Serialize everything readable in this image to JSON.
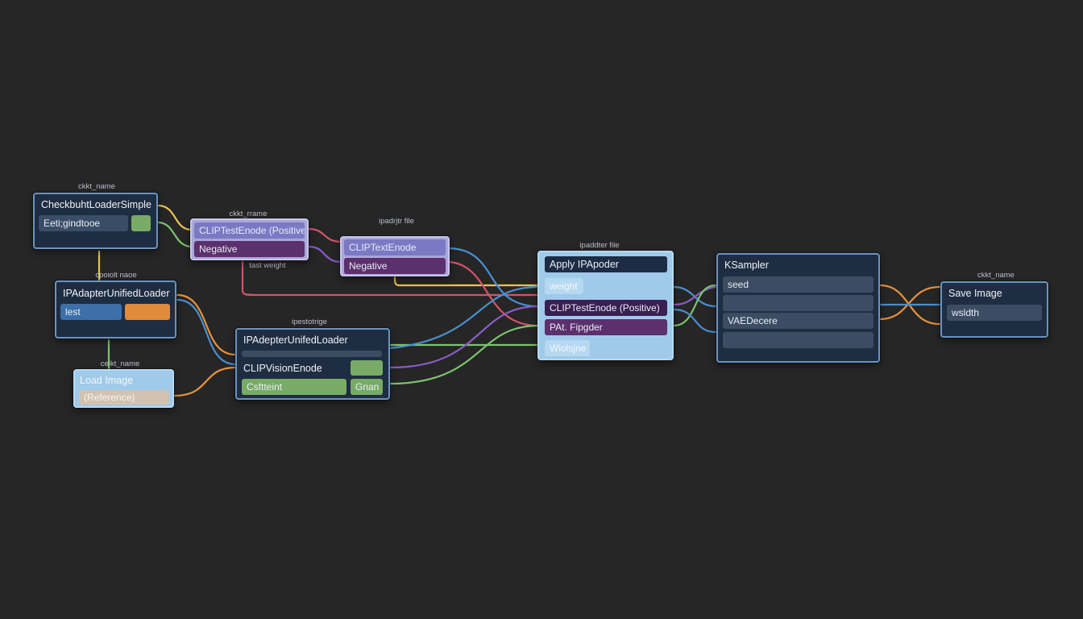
{
  "colors": {
    "background": "#262626",
    "node_dark": "#1f2d42",
    "node_border": "#6b93c0",
    "node_light": "#9fcaea",
    "wire_yellow": "#e9c54f",
    "wire_green": "#7cc46e",
    "wire_red": "#d2556b",
    "wire_purple": "#8a5cc8",
    "wire_blue": "#4a8fd0",
    "wire_orange": "#e8913c"
  },
  "captions": {
    "c1": "ckkt_name",
    "c2": "ckkt_rrame",
    "c3": "ipadrjtr file",
    "c4": "ipaddter file",
    "c5": "ckkt_name",
    "c6": "cpoiolt naoe",
    "c7": "tast weight",
    "c8": "ipestotrige",
    "c9": "ceikt_name"
  },
  "nodes": {
    "checkpoint": {
      "title": "CheckbuhtLoaderSimple",
      "field": "Eeti;gindtooe"
    },
    "clip_pos": {
      "title": "CLIPTestEnode (Positive",
      "field": "Negative"
    },
    "clip_text": {
      "title": "CLIPTextEnode",
      "field": "Negative"
    },
    "apply": {
      "title": "Apply IPApoder",
      "f1": "weight",
      "f2": "CLIPTestEnode (Positive)",
      "f3": "PAt. Fipgder",
      "f4": "Wiolsjne"
    },
    "ksampler": {
      "title": "KSampler",
      "f1": "seed",
      "f3": "VAEDecere"
    },
    "save": {
      "title": "Save Image",
      "field": "wsldth"
    },
    "ipa_left": {
      "title": "IPAdapterUnifiedLoader",
      "field": "lest"
    },
    "load_image": {
      "title": "Load Image",
      "field": "(Reference)"
    },
    "ipa_center": {
      "title": "IPAdepterUnifedLoader",
      "f1": "CLIPVisionEnode",
      "f2": "Csftteint",
      "f3": "Gnan"
    }
  }
}
